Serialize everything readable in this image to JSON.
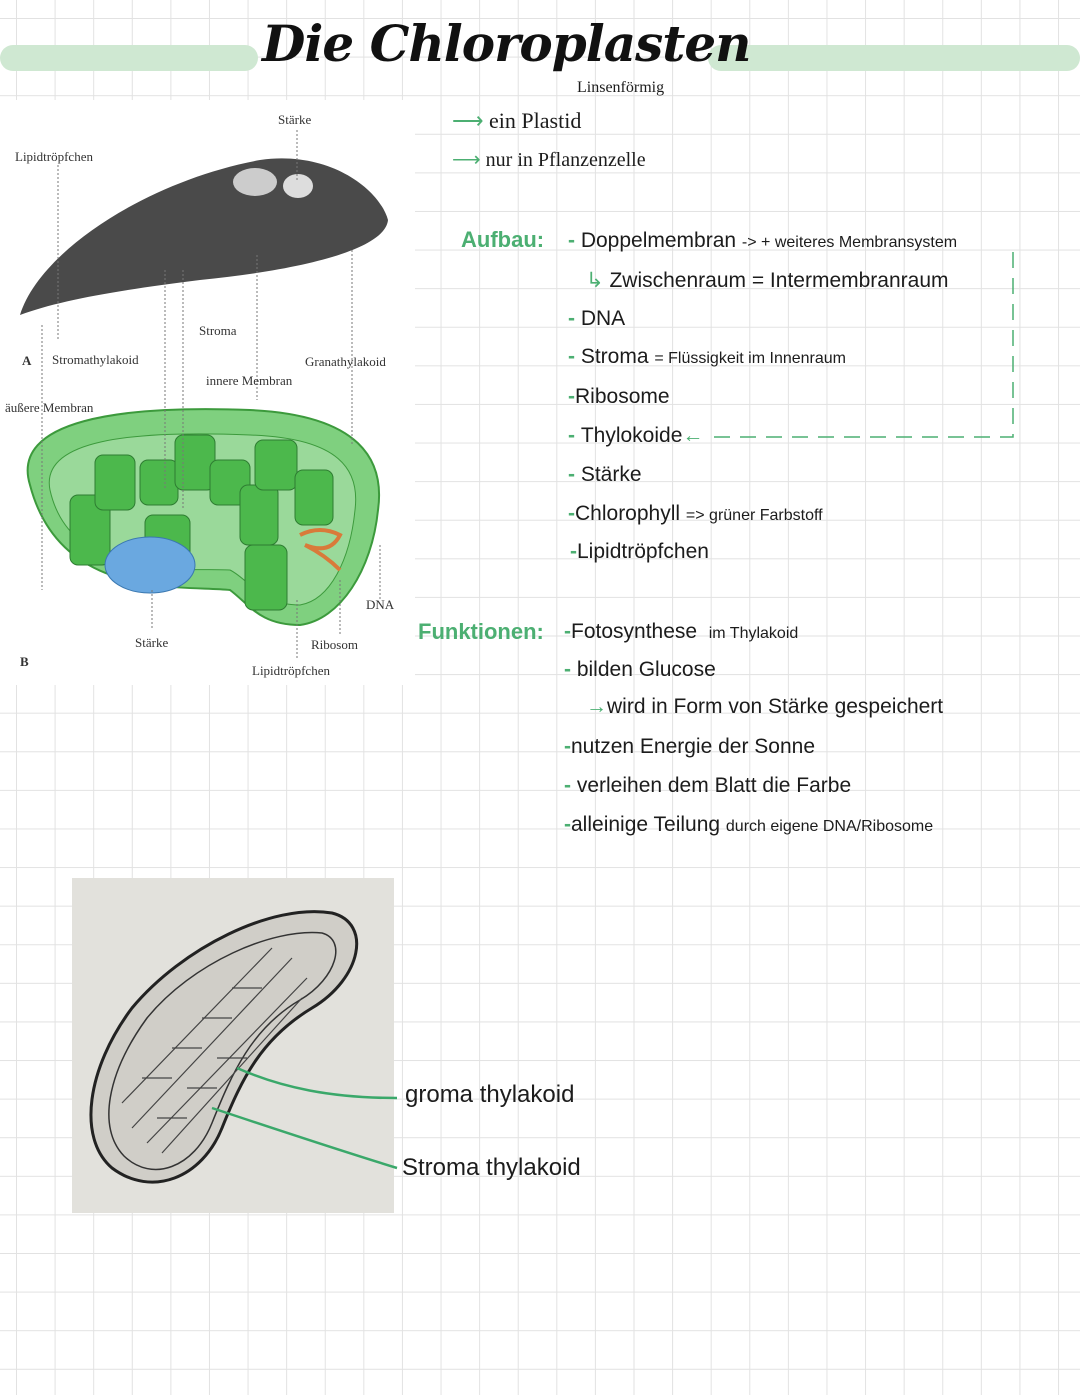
{
  "title": "Die Chloroplasten",
  "subtitle_note": "Linsenförmig",
  "intro": [
    {
      "arrow": "⟶",
      "text": "ein Plastid"
    },
    {
      "arrow": "⟶",
      "text": "nur in Pflanzenzelle"
    }
  ],
  "aufbau": {
    "heading": "Aufbau:",
    "items": [
      {
        "main": "Doppelmembran",
        "note": "-> + weiteres Membransystem"
      },
      {
        "sub_arrow": "↳",
        "main": "Zwischenraum = Intermembranraum"
      },
      {
        "main": "DNA"
      },
      {
        "main": "Stroma",
        "note": "= Flüssigkeit im Innenraum"
      },
      {
        "main": "Ribosome"
      },
      {
        "main": "Thylokoide",
        "note": "←"
      },
      {
        "main": "Stärke"
      },
      {
        "main": "Chlorophyll",
        "note": "=> grüner Farbstoff"
      },
      {
        "main": "Lipidtröpfchen"
      }
    ]
  },
  "funktionen": {
    "heading": "Funktionen:",
    "items": [
      {
        "main": "Fotosynthese",
        "note": "im Thylakoid"
      },
      {
        "main": "bilden Glucose"
      },
      {
        "sub_arrow": "→",
        "main": "wird in Form von Stärke gespeichert"
      },
      {
        "main": "nutzen Energie der Sonne"
      },
      {
        "main": "verleihen dem Blatt die Farbe"
      },
      {
        "main": "alleinige Teilung",
        "note": "durch eigene DNA/Ribosome"
      }
    ]
  },
  "figure1_labels": {
    "a": "A",
    "b": "B",
    "staerke_top": "Stärke",
    "lipid_top": "Lipidtröpfchen",
    "stroma": "Stroma",
    "stromathylakoid": "Stromathylakoid",
    "granathylakoid": "Granathylakoid",
    "innere_membran": "innere Membran",
    "aeussere_membran": "äußere Membran",
    "dna": "DNA",
    "staerke_bottom": "Stärke",
    "ribosom": "Ribosom",
    "lipid_bottom": "Lipidtröpfchen"
  },
  "figure2_labels": [
    "groma thylakoid",
    "Stroma thylakoid"
  ],
  "colors": {
    "accent": "#4caf72",
    "bar": "#cfe8d2"
  }
}
